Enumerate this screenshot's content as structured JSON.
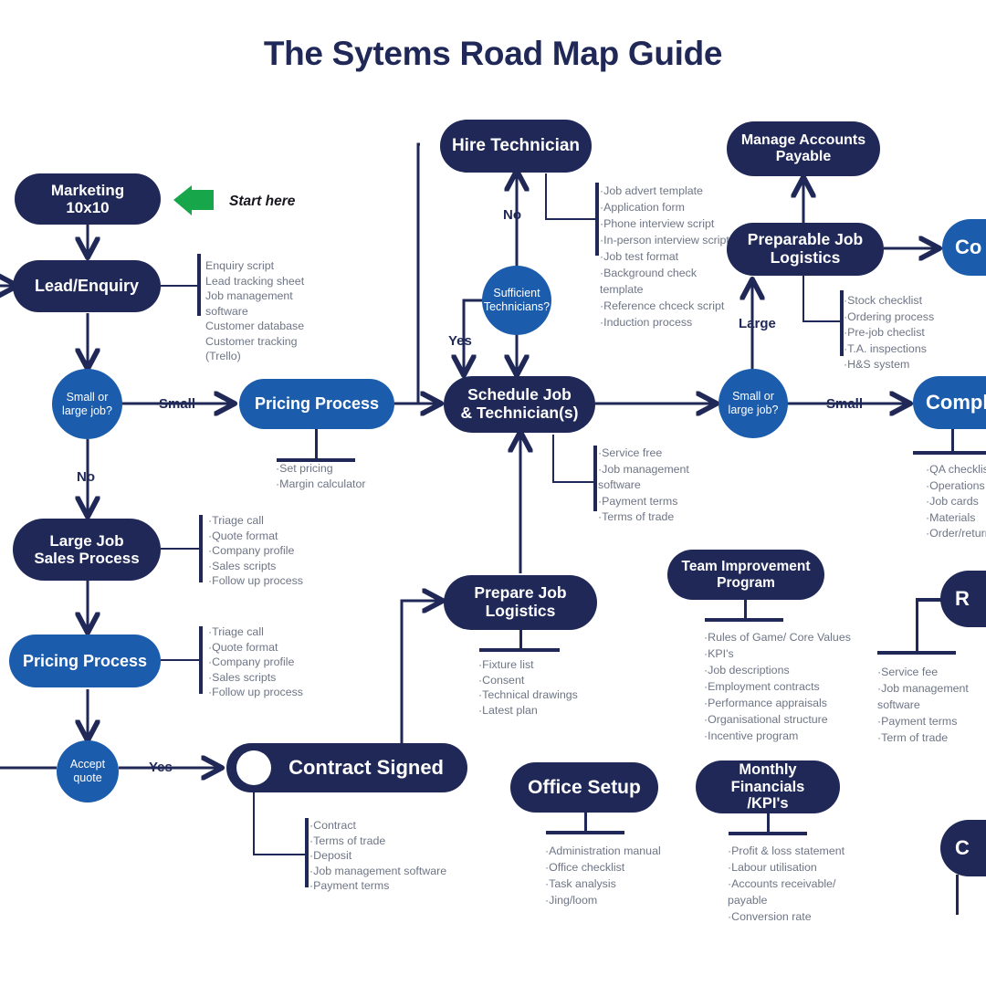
{
  "page": {
    "title": "The Sytems Road Map Guide",
    "background": "#ffffff"
  },
  "colors": {
    "navy": "#1f2857",
    "blue": "#1b5cad",
    "list_text": "#6e7585",
    "start_arrow_green": "#17a64a",
    "white": "#ffffff"
  },
  "annotations": {
    "start_here": "Start here",
    "start_arrow_icon": "left-arrow-icon"
  },
  "nodes": {
    "marketing": "Marketing\n10x10",
    "lead_enquiry": "Lead/Enquiry",
    "small_or_large_job_1": "Small or\nlarge job?",
    "pricing_process_top": "Pricing Process",
    "large_job_sales_process": "Large Job\nSales Process",
    "pricing_process_bottom": "Pricing Process",
    "accept_quote": "Accept\nquote",
    "contract_signed": "Contract Signed",
    "prepare_job_logistics": "Prepare Job\nLogistics",
    "hire_technician": "Hire Technician",
    "sufficient_technicians": "Sufficient\nTechnicians?",
    "schedule_job": "Schedule Job\n& Technician(s)",
    "manage_accounts_payable": "Manage Accounts\nPayable",
    "preparable_job_logistics": "Preparable Job\nLogistics",
    "small_or_large_job_2": "Small or\nlarge job?",
    "complete_job_cut": "Comple",
    "co_cut": "Co",
    "r_cut": "R",
    "c_cut": "C",
    "team_improvement_program": "Team Improvement\nProgram",
    "office_setup": "Office Setup",
    "monthly_financials": "Monthly Financials\n/KPI's"
  },
  "edge_labels": {
    "small_1": "Small",
    "no_1": "No",
    "yes_1": "Yes",
    "no_tech": "No",
    "yes_tech": "Yes",
    "large_2": "Large",
    "small_2": "Small"
  },
  "lists": {
    "lead_enquiry": [
      "Enquiry script",
      "Lead tracking sheet",
      "Job management",
      "software",
      "Customer database",
      "Customer tracking",
      "(Trello)"
    ],
    "pricing_process_top": [
      "·Set pricing",
      "·Margin calculator"
    ],
    "large_job_sales_process": [
      "·Triage call",
      "·Quote format",
      "·Company profile",
      "·Sales scripts",
      "·Follow up process"
    ],
    "pricing_process_bottom": [
      "·Triage call",
      "·Quote format",
      "·Company profile",
      "·Sales scripts",
      "·Follow up process"
    ],
    "contract_signed": [
      "·Contract",
      "·Terms of trade",
      "·Deposit",
      "·Job management software",
      "·Payment terms"
    ],
    "prepare_job_logistics": [
      "·Fixture list",
      "·Consent",
      "·Technical drawings",
      "·Latest plan"
    ],
    "hire_technician": [
      "·Job advert template",
      "·Application form",
      "·Phone interview script",
      "·In-person interview script",
      "·Job test format",
      "·Background check",
      "template",
      "·Reference chceck script",
      "·Induction process"
    ],
    "schedule_job": [
      "·Service free",
      "·Job management",
      "software",
      "·Payment terms",
      "·Terms of trade"
    ],
    "preparable_job_logistics": [
      "·Stock checklist",
      "·Ordering process",
      "·Pre-job checlist",
      "·T.A. inspections",
      "·H&S system"
    ],
    "complete_job": [
      "·QA checklis",
      "·Operations",
      "·Job cards",
      "·Materials",
      "·Order/return"
    ],
    "team_improvement_program": [
      "·Rules of Game/ Core Values",
      "·KPI's",
      "·Job descriptions",
      "·Employment contracts",
      "·Performance appraisals",
      "·Organisational structure",
      "·Incentive program"
    ],
    "right_service": [
      "·Service fee",
      "·Job management",
      "software",
      "·Payment terms",
      "·Term of trade"
    ],
    "office_setup": [
      "·Administration manual",
      "·Office checklist",
      "·Task analysis",
      "·Jing/loom"
    ],
    "monthly_financials": [
      "·Profit & loss statement",
      "·Labour utilisation",
      "·Accounts receivable/",
      "payable",
      "·Conversion rate"
    ]
  }
}
